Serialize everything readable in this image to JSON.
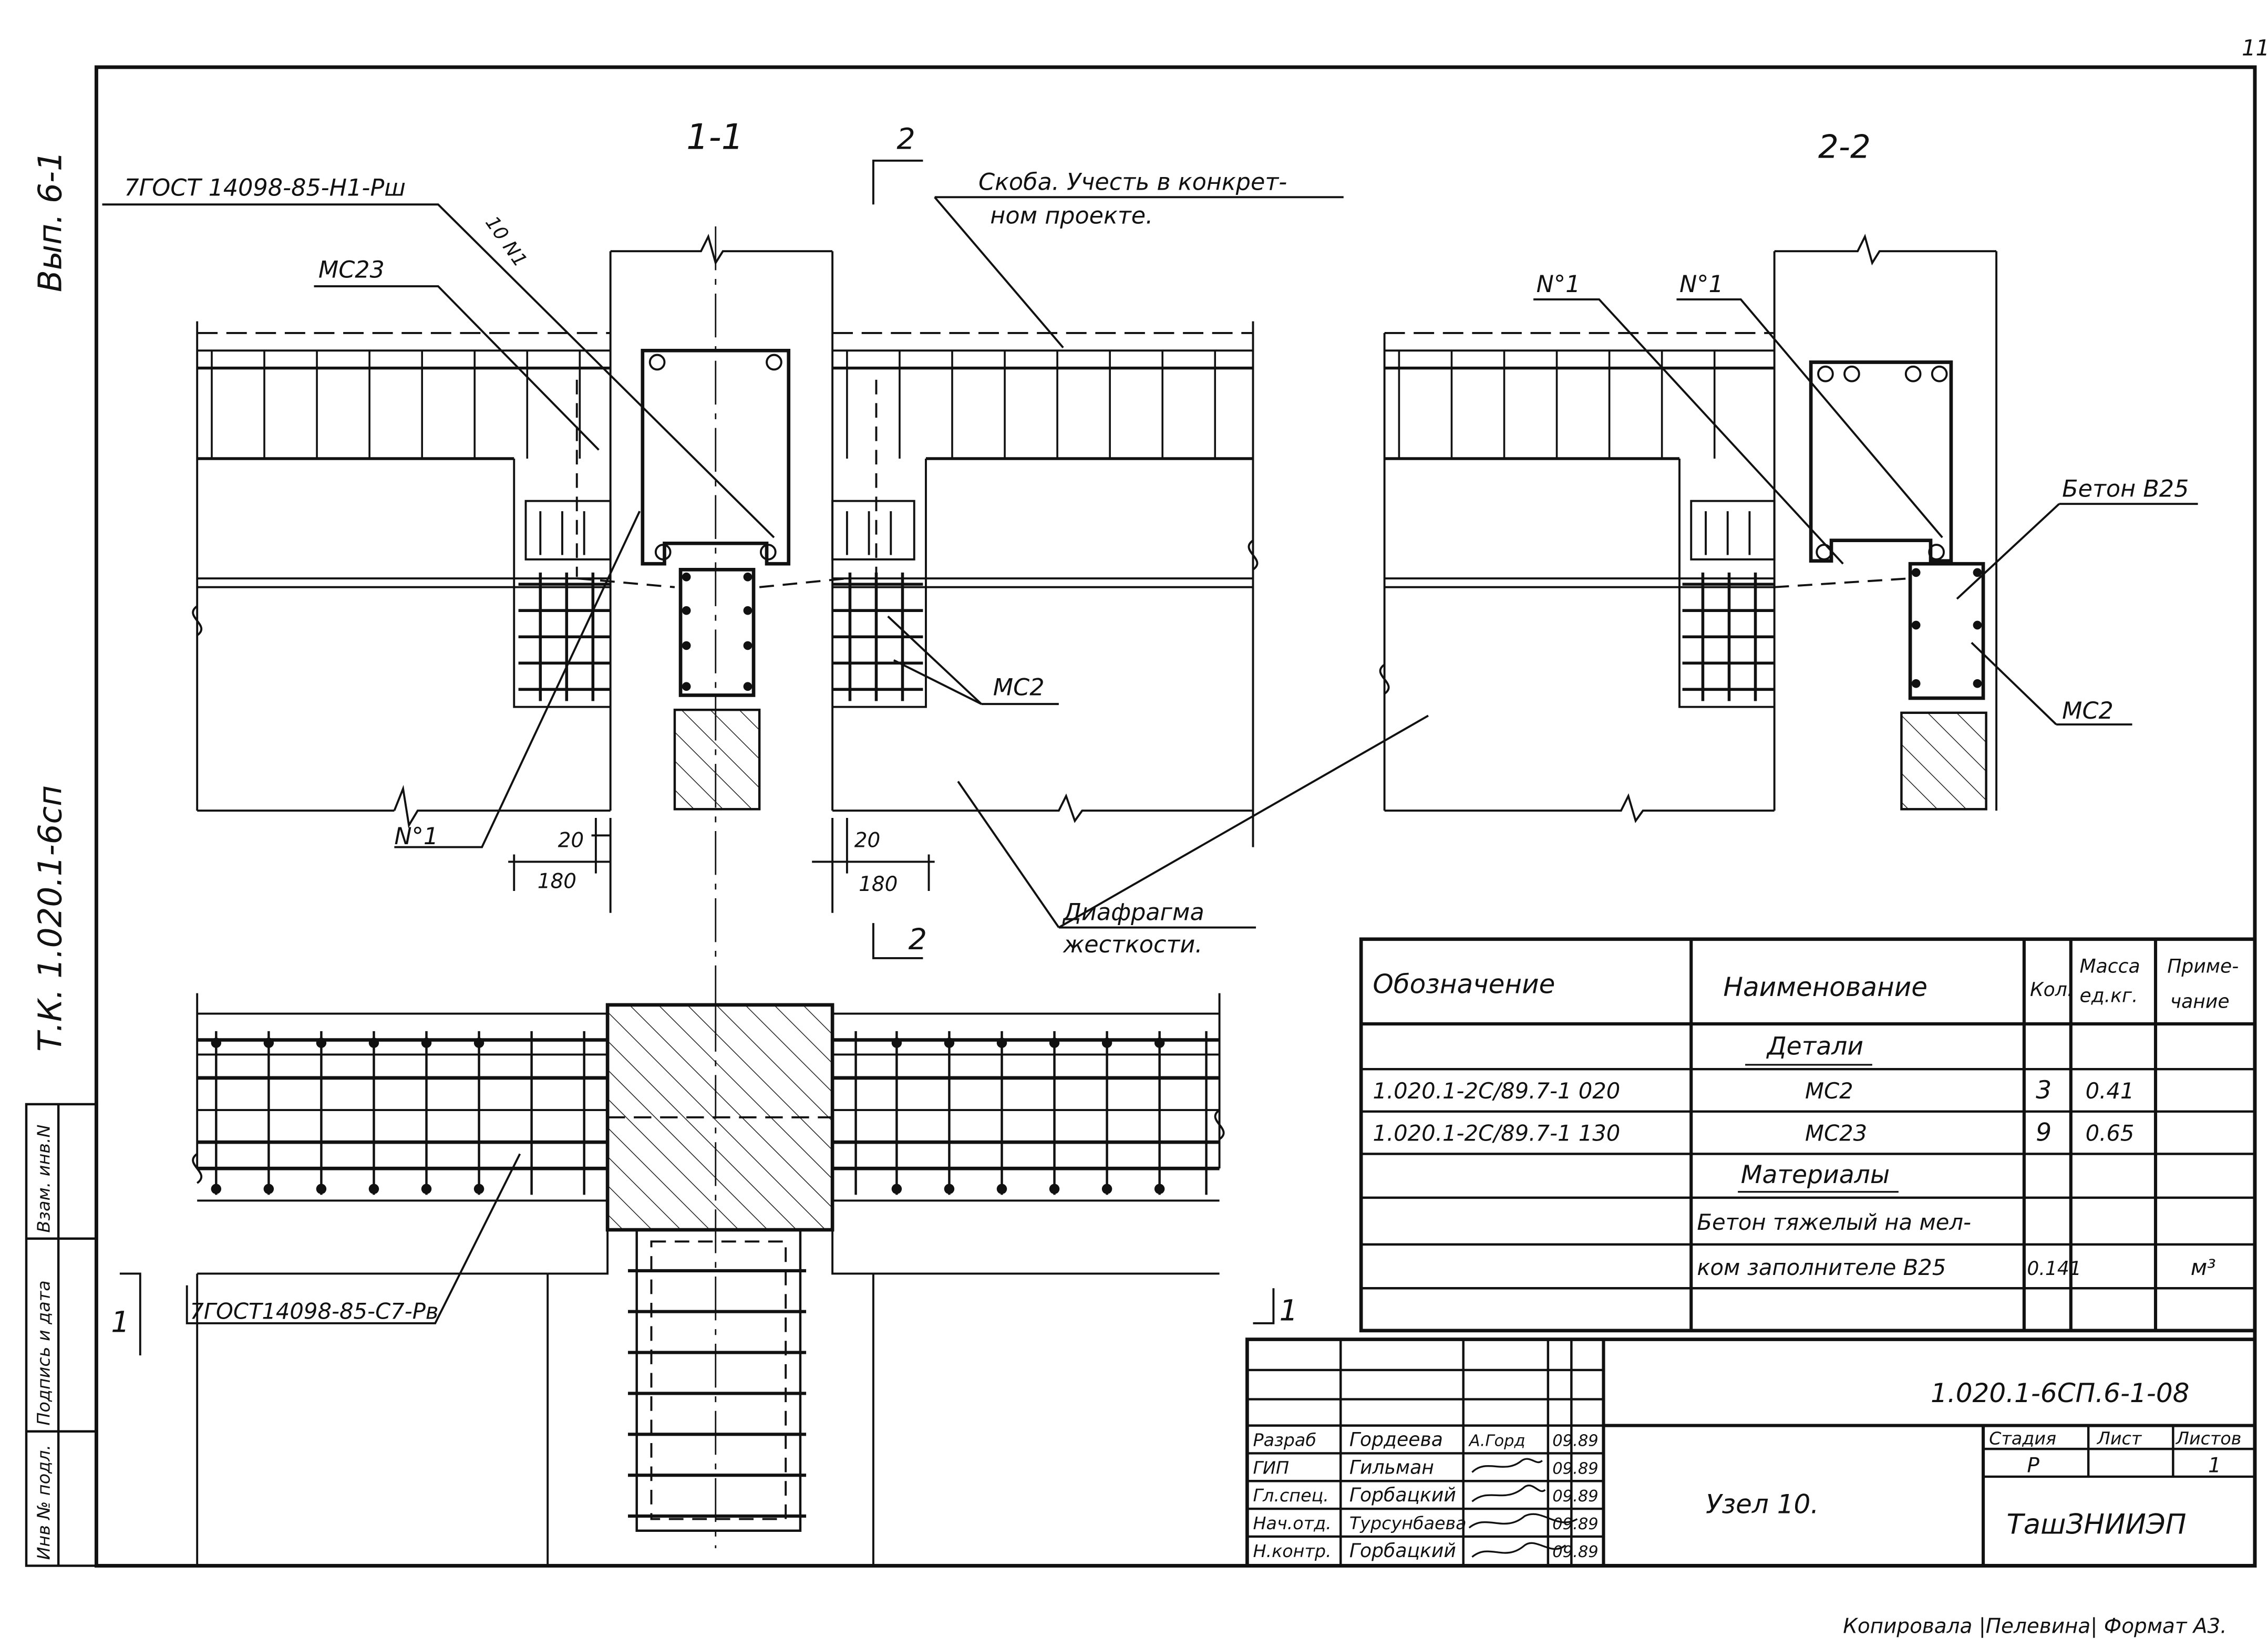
{
  "page_number": "11",
  "side": {
    "issue": "Вып. 6-1",
    "series": "Т.К. 1.020.1-6сп",
    "inv_no": "Инв № подл.",
    "sign_date": "Подпись и дата",
    "replace_inv": "Взам. инв.N"
  },
  "sections": {
    "s1": "1-1",
    "s2": "2-2",
    "cut_2": "2",
    "cut_1": "1"
  },
  "labels": {
    "gost_top": "7ГОСТ 14098-85-Н1-Рш",
    "n1_diag": "10 N1",
    "mc23": "МС23",
    "skoba_1": "Скоба. Учесть в конкрет-",
    "skoba_2": "ном проекте.",
    "mc2": "МС2",
    "n1": "N°1",
    "dim20": "20",
    "dim180": "180",
    "diaph_1": "Диафрагма",
    "diaph_2": "жесткости.",
    "beton": "Бетон В25",
    "gost_bottom": "7ГОСТ14098-85-С7-Рв"
  },
  "spec": {
    "headers": [
      "Обозначение",
      "Наименование",
      "Кол.",
      "Масса ед.кг.",
      "Приме- чание"
    ],
    "mass_1": "Масса",
    "mass_2": "ед.кг.",
    "note_1": "Приме-",
    "note_2": "чание",
    "section_details": "Детали",
    "section_materials": "Материалы",
    "rows": [
      {
        "des": "1.020.1-2С/89.7-1 020",
        "name": "МС2",
        "qty": "3",
        "mass": "0.41",
        "note": ""
      },
      {
        "des": "1.020.1-2С/89.7-1 130",
        "name": "МС23",
        "qty": "9",
        "mass": "0.65",
        "note": ""
      }
    ],
    "material_1": "Бетон тяжелый на мел-",
    "material_2": "ком заполнителе В25",
    "material_qty": "0.141",
    "material_unit": "м³"
  },
  "title_block": {
    "doc_code": "1.020.1-6СП.6-1-08",
    "roles": [
      {
        "role": "Разраб",
        "name": "Гордеева",
        "date": "09.89"
      },
      {
        "role": "ГИП",
        "name": "Гильман",
        "date": "09.89"
      },
      {
        "role": "Гл.спец.",
        "name": "Горбацкий",
        "date": "09.89"
      },
      {
        "role": "Нач.отд.",
        "name": "Турсунбаева",
        "date": "09.89"
      },
      {
        "role": "Н.контр.",
        "name": "Горбацкий",
        "date": "09.89"
      }
    ],
    "sign_text": "А.Горд",
    "title": "Узел 10.",
    "stage_label": "Стадия",
    "sheet_label": "Лист",
    "sheets_label": "Листов",
    "stage": "Р",
    "sheet": "",
    "sheets": "1",
    "org": "ТашЗНИИЭП"
  },
  "footer": "Копировала |Пелевина| Формат А3."
}
